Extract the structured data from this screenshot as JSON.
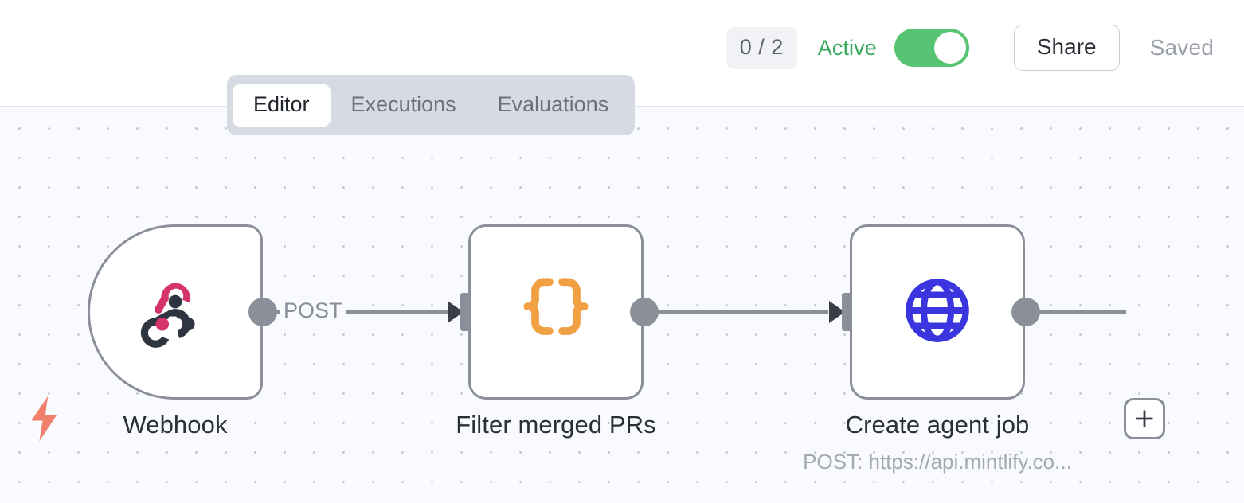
{
  "header": {
    "count_badge": "0 / 2",
    "active_label": "Active",
    "toggle_state": "on",
    "share_label": "Share",
    "saved_label": "Saved",
    "active_color": "#36a85c",
    "toggle_color": "#56c472"
  },
  "tabs": [
    {
      "label": "Editor",
      "active": true
    },
    {
      "label": "Executions",
      "active": false
    },
    {
      "label": "Evaluations",
      "active": false
    }
  ],
  "canvas": {
    "background_color": "#f8fafd",
    "dot_color": "#c3c8d4",
    "trigger_bolt_color": "#f0806b"
  },
  "nodes": [
    {
      "id": "webhook",
      "label": "Webhook",
      "subtitle": "",
      "icon": "webhook-icon",
      "icon_colors": [
        "#d6336c",
        "#2e3440"
      ],
      "shape": "trigger"
    },
    {
      "id": "filter",
      "label": "Filter merged PRs",
      "subtitle": "",
      "icon": "curly-braces-icon",
      "icon_colors": [
        "#f2a044"
      ],
      "shape": "step"
    },
    {
      "id": "http",
      "label": "Create agent job",
      "subtitle": "POST: https://api.mintlify.co...",
      "icon": "globe-icon",
      "icon_colors": [
        "#3b35e0"
      ],
      "shape": "step"
    }
  ],
  "edges": [
    {
      "from": "webhook",
      "to": "filter",
      "label": "POST"
    },
    {
      "from": "filter",
      "to": "http",
      "label": ""
    }
  ],
  "add_node_button": {
    "icon": "plus-icon",
    "label": "+"
  }
}
